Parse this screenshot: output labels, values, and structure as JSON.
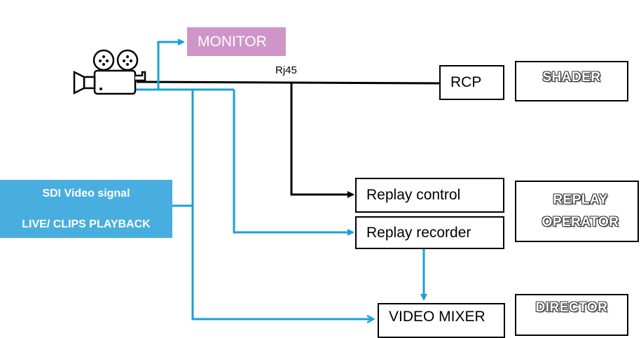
{
  "colors": {
    "signal_line": "#1aa0d8",
    "control_line": "#000000",
    "monitor_fill": "#cf95c8",
    "sdi_fill": "#48aedf",
    "accent_dash": "#1e6b2a"
  },
  "camera": {
    "icon": "film-camera-icon"
  },
  "nodes": {
    "monitor": "MONITOR",
    "rcp": "RCP",
    "shader": "SHADER",
    "replay_control": "Replay control",
    "replay_recorder": "Replay recorder",
    "replay_operator_line1": "REPLAY",
    "replay_operator_line2": "OPERATOR",
    "video_mixer": "VIDEO MIXER",
    "director": "DIRECTOR"
  },
  "labels": {
    "rj45": "Rj45",
    "sdi_line1": "SDI Video signal",
    "sdi_line2": "LIVE/ CLIPS PLAYBACK"
  },
  "connections": [
    {
      "from": "camera",
      "to": "monitor",
      "type": "SDI"
    },
    {
      "from": "camera",
      "to": "rcp",
      "type": "Rj45"
    },
    {
      "from": "rcp",
      "to": "replay_control",
      "type": "Rj45"
    },
    {
      "from": "camera",
      "to": "replay_recorder",
      "type": "SDI"
    },
    {
      "from": "camera",
      "to": "video_mixer",
      "type": "SDI"
    },
    {
      "from": "replay_recorder",
      "to": "video_mixer",
      "type": "SDI"
    }
  ]
}
